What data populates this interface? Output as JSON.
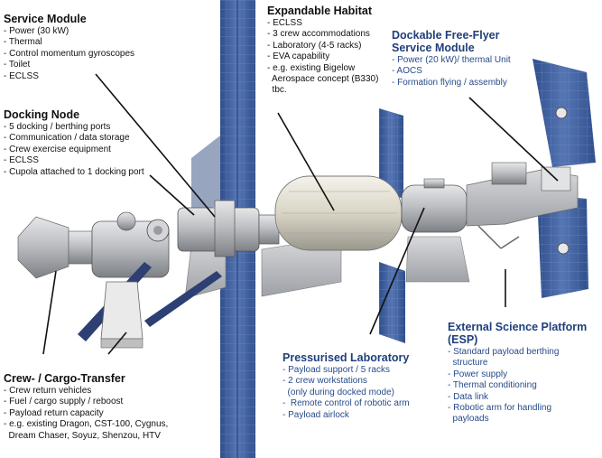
{
  "labels": {
    "service_module": {
      "title": "Service Module",
      "items": [
        "- Power (30 kW)",
        "- Thermal",
        "- Control momentum gyroscopes",
        "- Toilet",
        "- ECLSS"
      ]
    },
    "docking_node": {
      "title": "Docking Node",
      "items": [
        "- 5 docking / berthing ports",
        "- Communication / data storage",
        "- Crew exercise equipment",
        "- ECLSS",
        "- Cupola attached to 1 docking port"
      ]
    },
    "expandable_habitat": {
      "title": "Expandable Habitat",
      "items": [
        "- ECLSS",
        "- 3 crew accommodations",
        "- Laboratory (4-5 racks)",
        "- EVA capability",
        "- e.g. existing Bigelow",
        "  Aerospace concept (B330)",
        "  tbc."
      ]
    },
    "free_flyer": {
      "title_line1": "Dockable Free-Flyer",
      "title_line2": "Service Module",
      "items": [
        "- Power (20 kW)/ thermal Unit",
        "- AOCS",
        "- Formation flying / assembly"
      ]
    },
    "crew_cargo": {
      "title": "Crew- / Cargo-Transfer",
      "items": [
        "- Crew return vehicles",
        "- Fuel / cargo supply / reboost",
        "- Payload return capacity",
        "- e.g. existing Dragon, CST-100, Cygnus,",
        "  Dream Chaser, Soyuz, Shenzou, HTV"
      ]
    },
    "pressurised_lab": {
      "title": "Pressurised Laboratory",
      "items": [
        "- Payload support / 5 racks",
        "- 2 crew workstations",
        "  (only during docked mode)",
        "-  Remote control of robotic arm",
        "- Payload airlock"
      ]
    },
    "esp": {
      "title_line1": "External Science Platform",
      "title_line2": "(ESP)",
      "items": [
        "- Standard payload berthing",
        "  structure",
        "- Power supply",
        "- Thermal conditioning",
        "- Data link",
        "- Robotic arm for handling",
        "  payloads"
      ]
    }
  },
  "colors": {
    "dark_text": "#111111",
    "blue_text": "#1f3f7a",
    "solar_panel": "#3f5f9e",
    "module_grey": "#b9bcc0"
  }
}
